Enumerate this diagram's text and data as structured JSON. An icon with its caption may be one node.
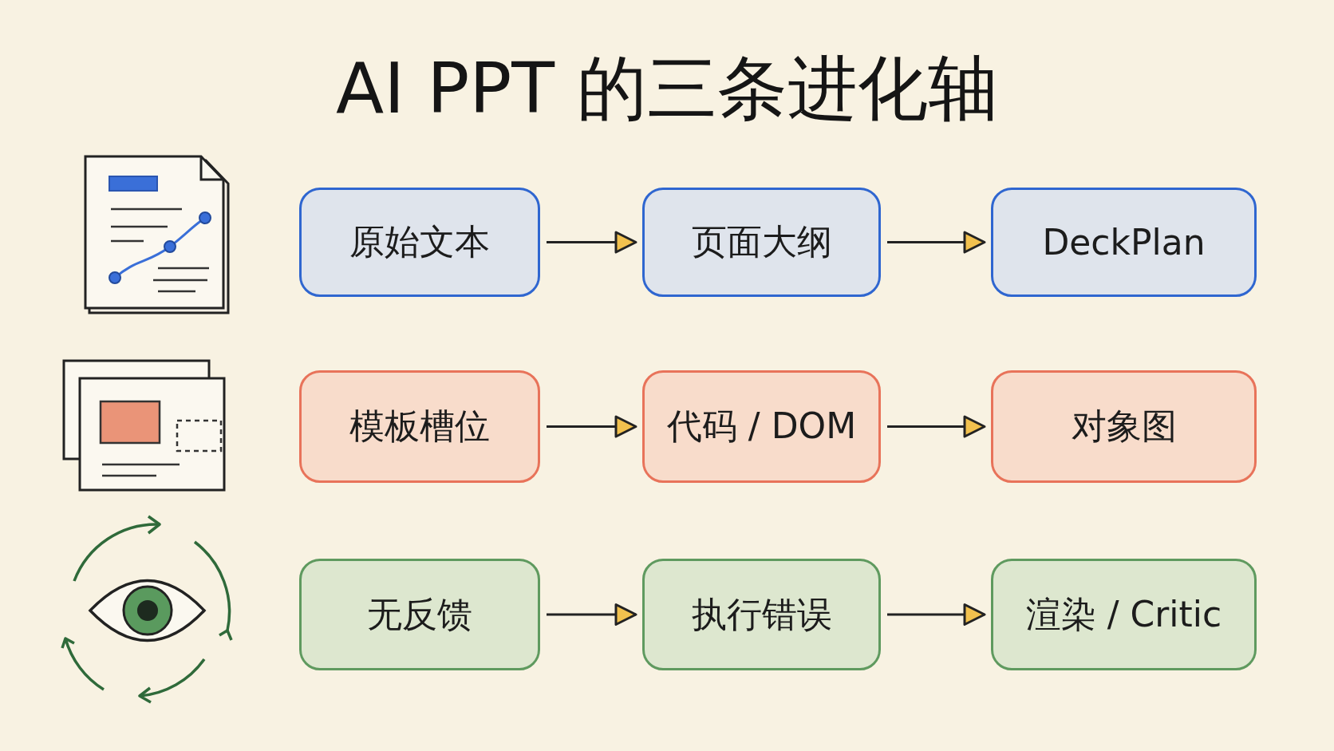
{
  "diagram": {
    "title": "AI PPT 的三条进化轴",
    "nodes": [
      {
        "text": [
          "原始文本"
        ]
      },
      {
        "text": [
          "页面大纲"
        ]
      },
      {
        "text": [
          "DeckPlan"
        ]
      },
      {
        "text": [
          "模板槽位"
        ]
      },
      {
        "text": [
          "代码 / DOM"
        ]
      },
      {
        "text": [
          "对象图"
        ]
      },
      {
        "text": [
          "无反馈"
        ]
      },
      {
        "text": [
          "执行错误"
        ]
      },
      {
        "text": [
          "渲染 / Critic"
        ]
      }
    ],
    "edges": [
      {
        "from": 0,
        "to": 1,
        "arrow": "to"
      },
      {
        "from": 1,
        "to": 2,
        "arrow": "to"
      },
      {
        "from": 3,
        "to": 4,
        "arrow": "to"
      },
      {
        "from": 4,
        "to": 5,
        "arrow": "to"
      },
      {
        "from": 6,
        "to": 7,
        "arrow": "to"
      },
      {
        "from": 7,
        "to": 8,
        "arrow": "to"
      }
    ]
  }
}
